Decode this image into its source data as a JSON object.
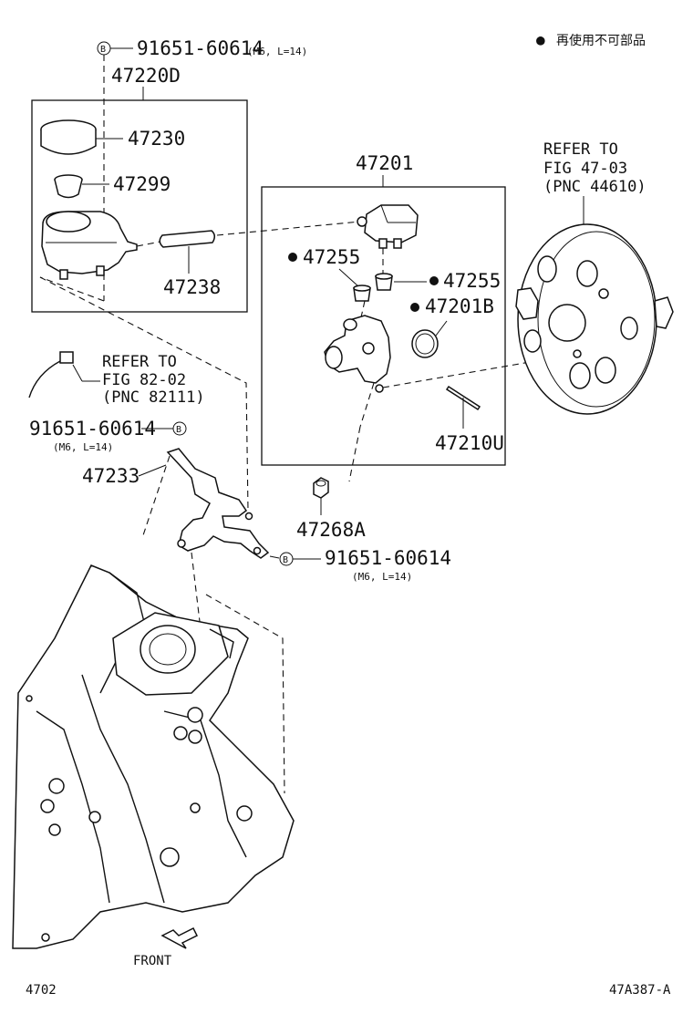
{
  "legend": {
    "bullet": "●",
    "text": "再使用不可部品"
  },
  "bolt_symbol": "B",
  "labels": {
    "bolt_top": "91651-60614",
    "bolt_top_spec": "(M6, L=14)",
    "assy_reservoir": "47220D",
    "cap": "47230",
    "strainer": "47299",
    "hose": "47238",
    "master_cyl": "47201",
    "grommet_a": "47255",
    "grommet_b": "47255",
    "oring": "47201B",
    "pin": "47210U",
    "nut": "47268A",
    "bolt_left": "91651-60614",
    "bolt_left_spec": "(M6, L=14)",
    "bracket": "47233",
    "bolt_lower": "91651-60614",
    "bolt_lower_spec": "(M6, L=14)"
  },
  "refer_booster": {
    "l1": "REFER TO",
    "l2": "FIG 47-03",
    "l3": "(PNC 44610)"
  },
  "refer_sensor": {
    "l1": "REFER TO",
    "l2": "FIG 82-02",
    "l3": "(PNC 82111)"
  },
  "front_label": "FRONT",
  "footer": {
    "left": "4702",
    "right": "47A387-A"
  }
}
